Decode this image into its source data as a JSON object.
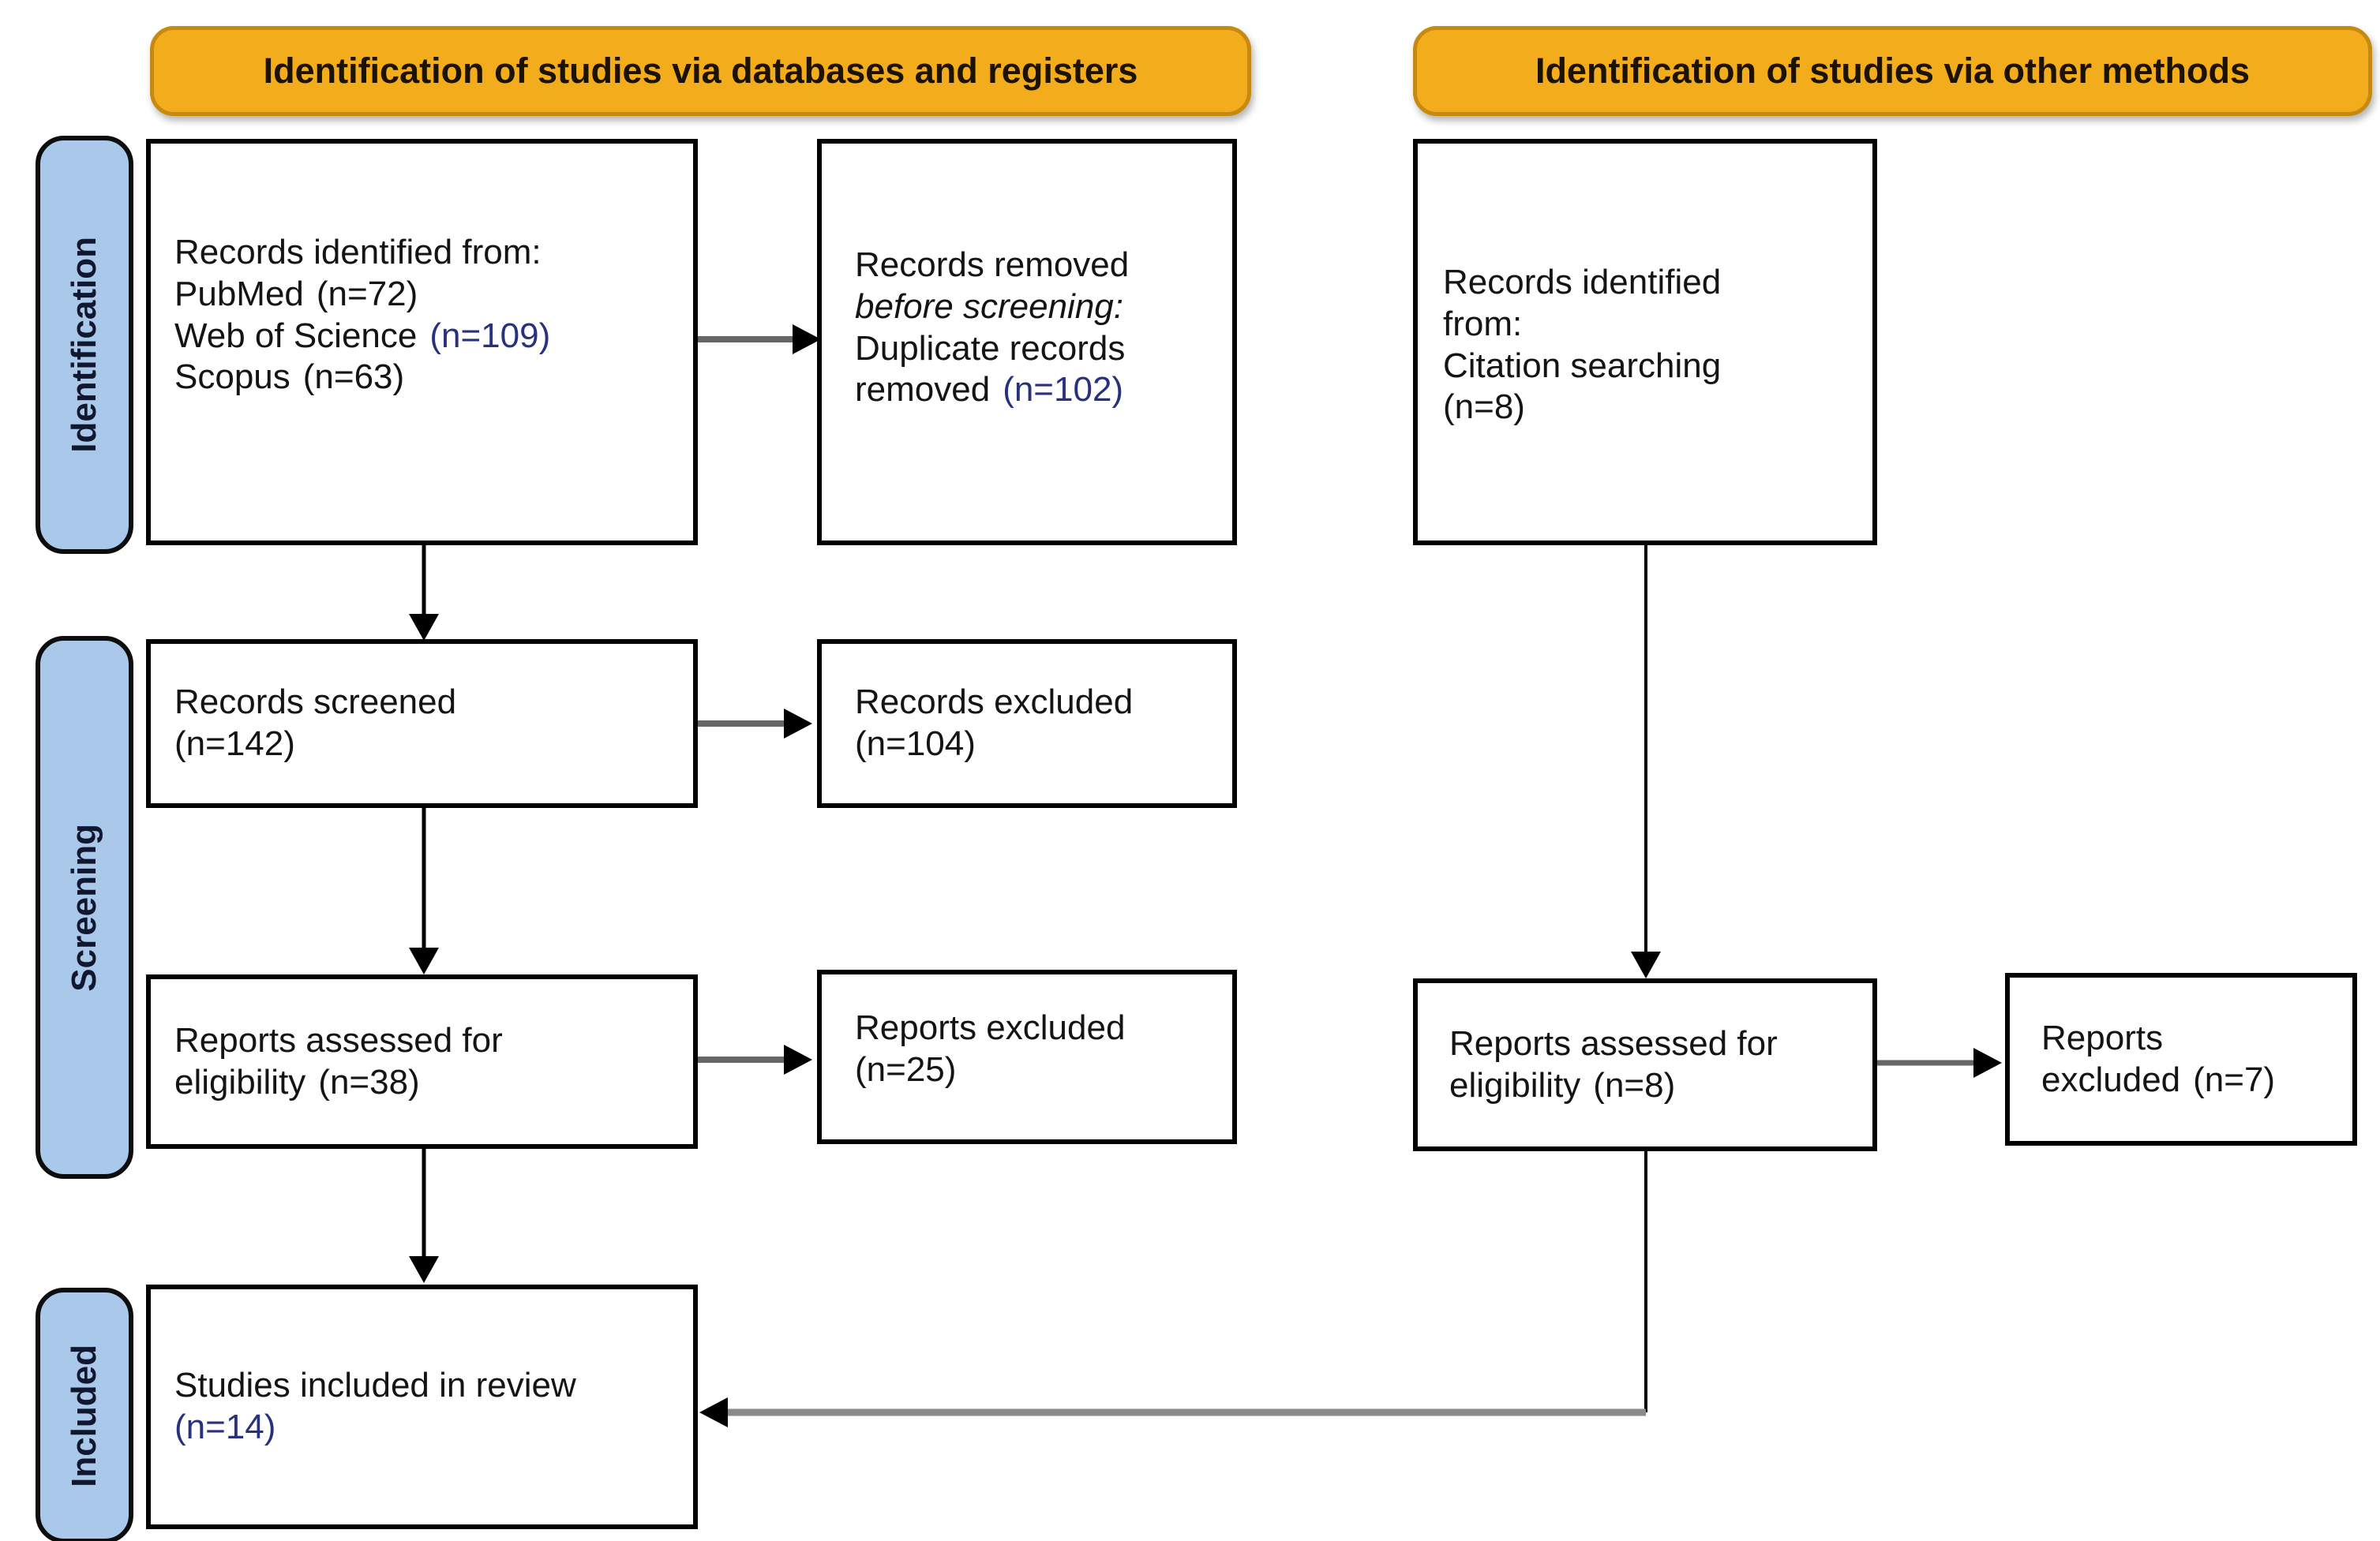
{
  "headers": {
    "databases": "Identification of studies via databases and registers",
    "other": "Identification of studies via other methods"
  },
  "stages": {
    "identification": "Identification",
    "screening": "Screening",
    "included": "Included"
  },
  "boxes": {
    "records_identified_db": {
      "intro": "Records identified from:",
      "sources": [
        {
          "label": "PubMed",
          "n": "(n=72)"
        },
        {
          "label": "Web of Science",
          "n": "(n=109)"
        },
        {
          "label": "Scopus",
          "n": "(n=63)"
        }
      ]
    },
    "records_removed": {
      "line1": "Records removed",
      "line2_italic": "before screening:",
      "line3": "Duplicate records",
      "line4": "removed",
      "n": "(n=102)"
    },
    "records_identified_other": {
      "line1": "Records identified",
      "line2": "from:",
      "line3": "Citation searching",
      "n": "(n=8)"
    },
    "records_screened": {
      "label": "Records screened",
      "n": "(n=142)"
    },
    "records_excluded": {
      "label": "Records excluded",
      "n": "(n=104)"
    },
    "reports_assessed_db": {
      "line1": "Reports assessed for",
      "line2": "eligibility",
      "n": "(n=38)"
    },
    "reports_excluded_db": {
      "label": "Reports excluded",
      "n": "(n=25)"
    },
    "reports_assessed_other": {
      "line1": "Reports assessed for",
      "line2": "eligibility",
      "n": "(n=8)"
    },
    "reports_excluded_other": {
      "line1": "Reports",
      "line2": "excluded",
      "n": "(n=7)"
    },
    "studies_included": {
      "label": "Studies included in review",
      "n": "(n=14)"
    }
  },
  "colors": {
    "header_fill": "#F3AC1B",
    "header_border": "#C68A12",
    "stage_fill": "#A9C8EA",
    "stage_border": "#0D0D0D",
    "box_border": "#000000",
    "text": "#141414",
    "n_highlight": "#28317E",
    "arrow_shaft_gray": "#666666",
    "arrow_long_gray": "#8A8A8A",
    "arrow_head": "#000000",
    "background": "#FFFFFF"
  }
}
